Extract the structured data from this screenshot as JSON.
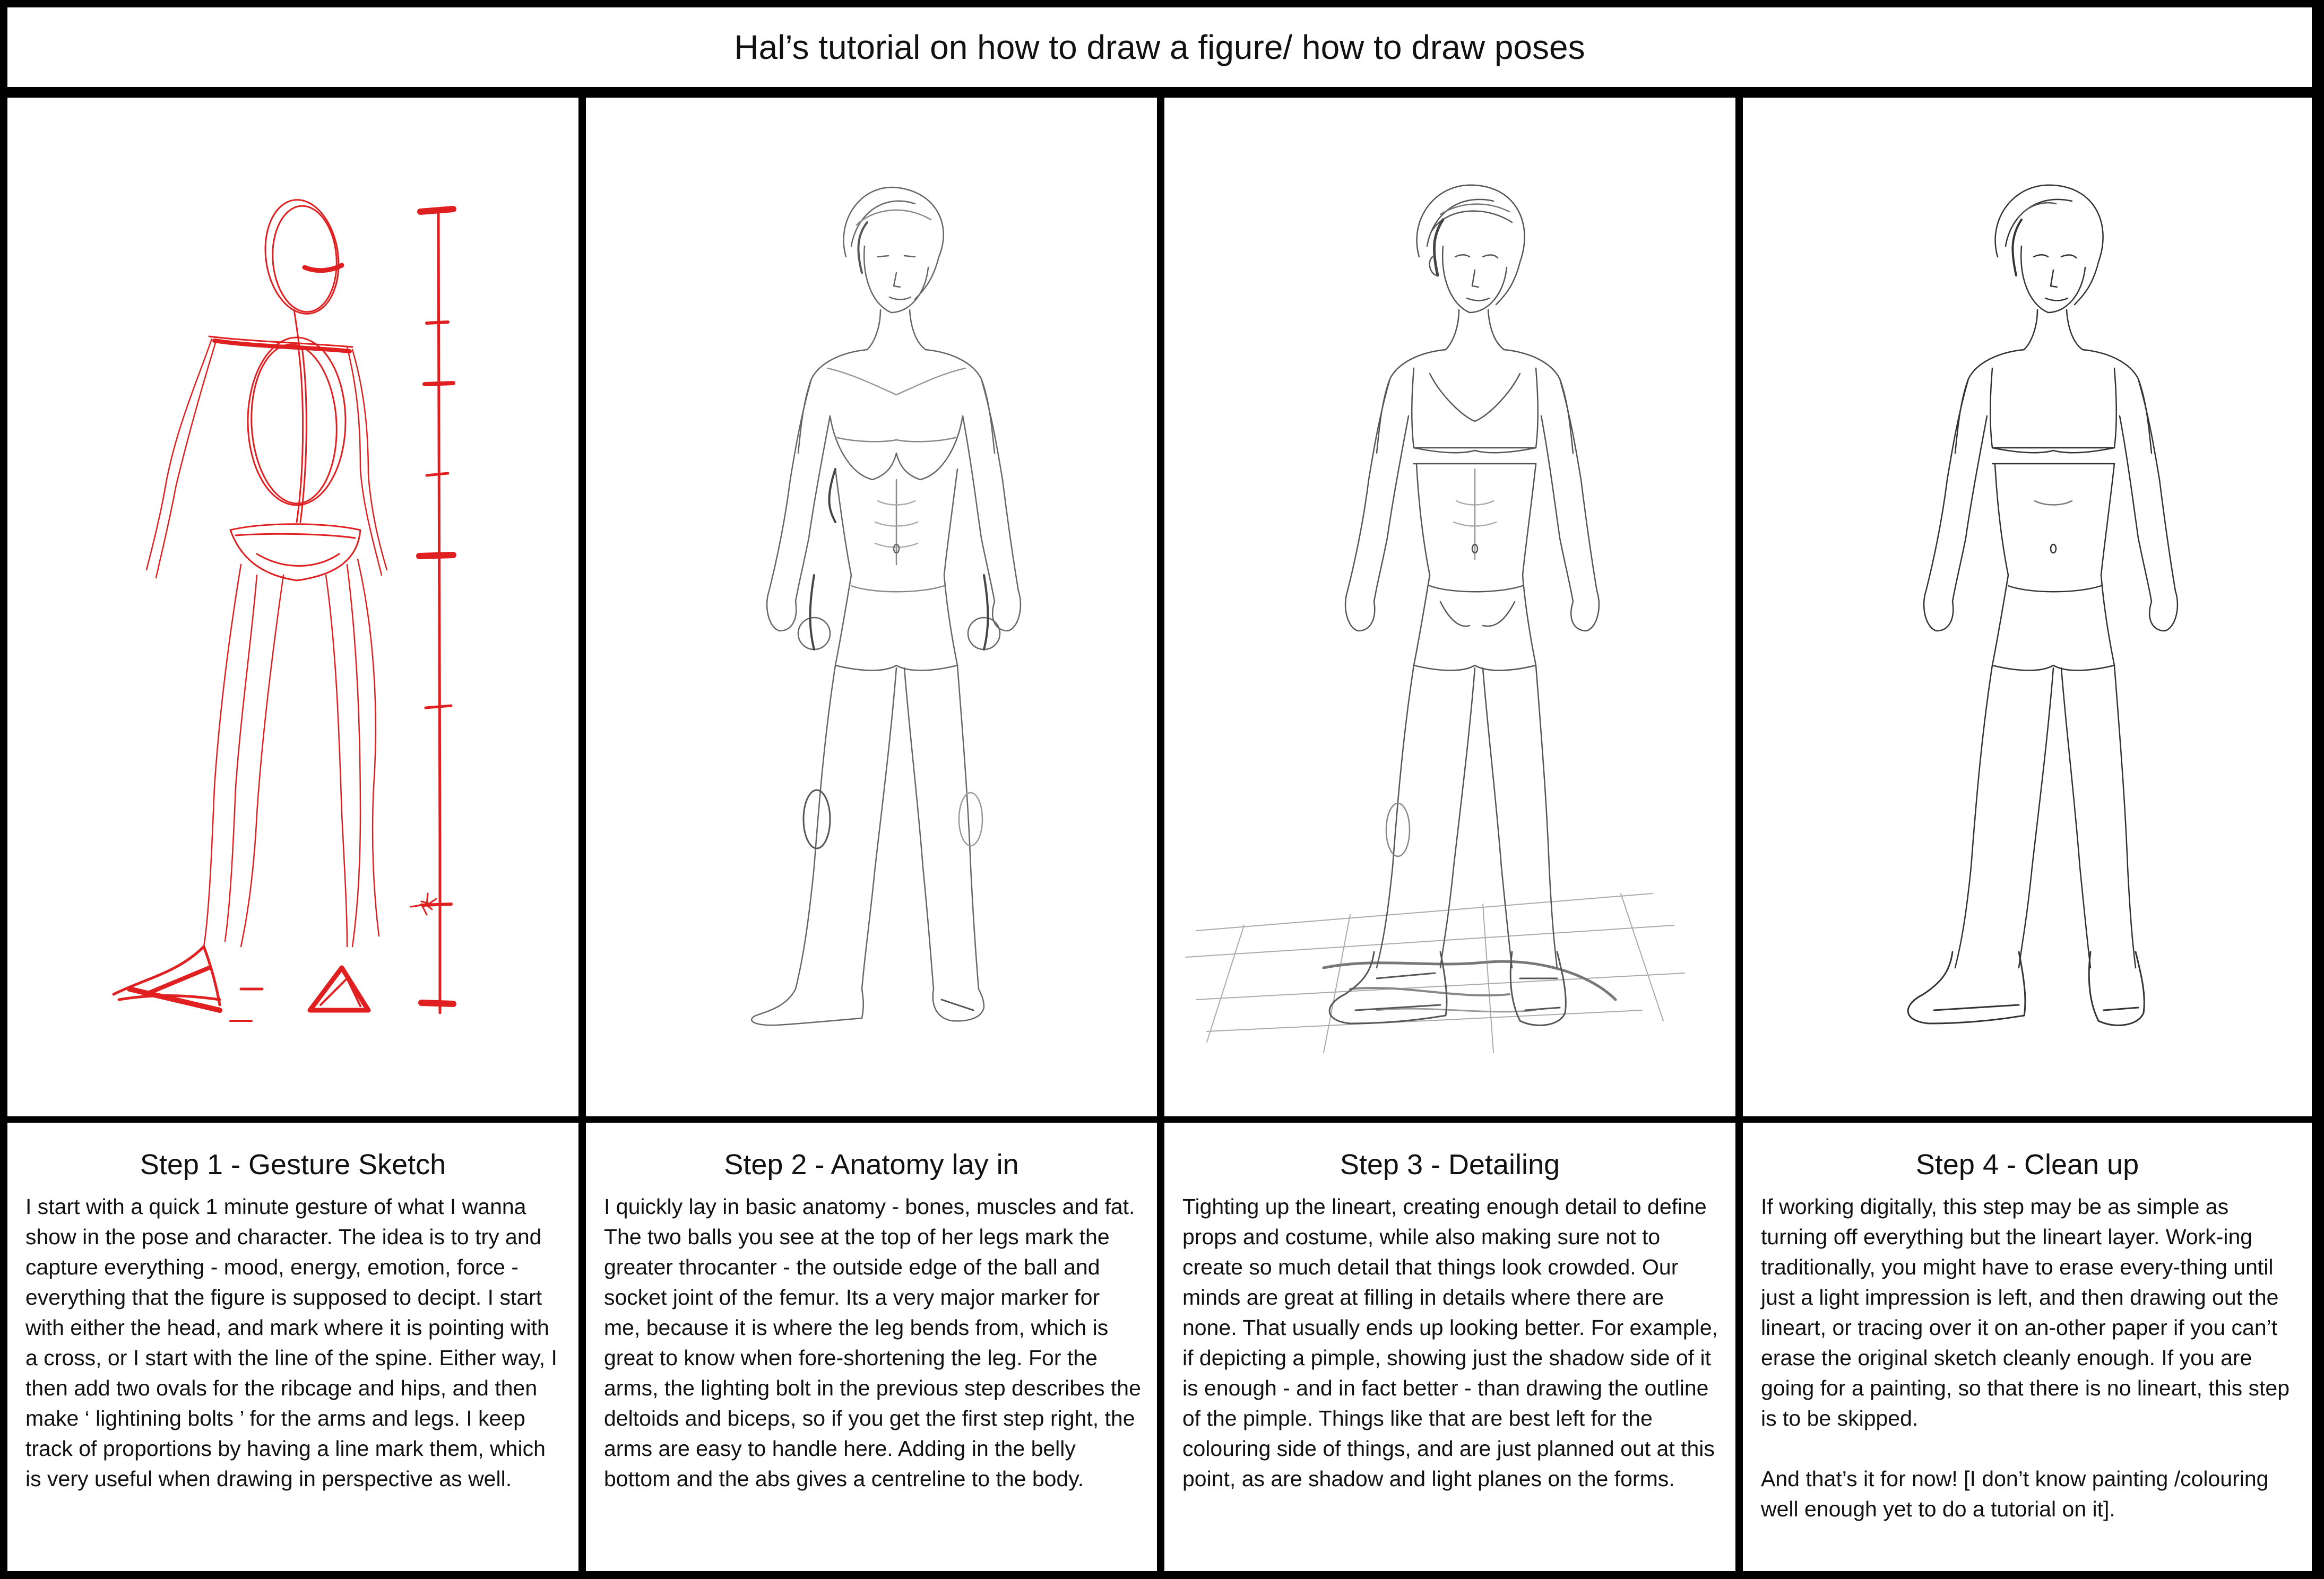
{
  "title": "Hal’s tutorial on how to draw a figure/ how to draw poses",
  "colors": {
    "background": "#000000",
    "panel": "#ffffff",
    "gesture": "#e02020",
    "pencil": "#555555"
  },
  "steps": [
    {
      "heading": "Step 1 - Gesture Sketch",
      "paragraphs": [
        "I start with a  quick 1 minute gesture of what I wanna show in the pose and character. The idea is to try and capture everything - mood, energy, emotion, force - everything that the figure is supposed to decipt. I start with either the head, and mark where it is pointing with a cross, or I start with the line of the spine. Either way, I then add two ovals for the ribcage and hips, and then make ‘ lightining bolts ’ for the arms and legs. I keep track of proportions by having a line mark them, which is very useful when drawing in perspective as well."
      ]
    },
    {
      "heading": "Step 2 - Anatomy lay in",
      "paragraphs": [
        "I quickly lay in basic anatomy - bones, muscles and fat. The two balls you see at the top of her legs mark the greater throcanter - the outside edge of the ball and socket joint of the femur. Its a very major marker for me, because it is where the leg bends from, which is great to know when fore-shortening the leg. For the arms, the lighting bolt in the previous step describes the deltoids and biceps, so if you get the first step right, the arms are easy to handle here. Adding in the belly bottom and the abs gives a centreline to the body."
      ]
    },
    {
      "heading": "Step 3 - Detailing",
      "paragraphs": [
        "Tighting up the lineart, creating enough detail to define props and costume, while also making sure not to create so much detail that things look crowded. Our minds are great at filling in details where there are none. That usually ends up looking better. For example, if depicting a pimple, showing just the shadow side of it is enough - and in fact better - than drawing the outline of the pimple. Things like that are best left for the colouring side of things, and are just planned out at this point, as are shadow and light planes on the forms."
      ]
    },
    {
      "heading": "Step 4 - Clean up",
      "paragraphs": [
        "If working digitally, this step may be as simple as turning off everything but the lineart layer. Work-ing traditionally, you might have to erase every-thing until just a light impression is left, and then drawing out the lineart, or tracing over it on an-other paper if you can’t erase the original sketch cleanly enough. If you are going for a painting, so that there is no lineart, this step is to be skipped.",
        "And that’s it for now! [I don’t know painting /colouring well enough yet to do a tutorial on it]."
      ]
    }
  ]
}
